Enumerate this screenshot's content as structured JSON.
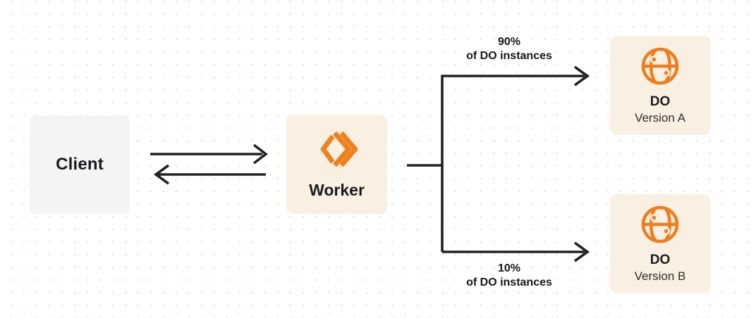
{
  "palette": {
    "background": "#ffffff",
    "dot_grid": "#e2e2e5",
    "connector_line": "#222222",
    "accent_orange": "#f0801f",
    "cream_box": "#faf0e2",
    "gray_box": "#f4f4f5",
    "text_primary": "#1b1b1f",
    "text_secondary": "#2b2b2e"
  },
  "nodes": {
    "client": {
      "label": "Client"
    },
    "worker": {
      "label": "Worker",
      "icon": "workers-logo-icon"
    },
    "do_version_a": {
      "title": "DO",
      "subtitle": "Version A",
      "icon": "globe-icon"
    },
    "do_version_b": {
      "title": "DO",
      "subtitle": "Version B",
      "icon": "globe-icon"
    }
  },
  "edges": {
    "client_worker": {
      "type": "bidirectional-arrows"
    },
    "to_version_a": {
      "percent": "90%",
      "caption": "of DO instances"
    },
    "to_version_b": {
      "percent": "10%",
      "caption": "of DO instances"
    }
  }
}
